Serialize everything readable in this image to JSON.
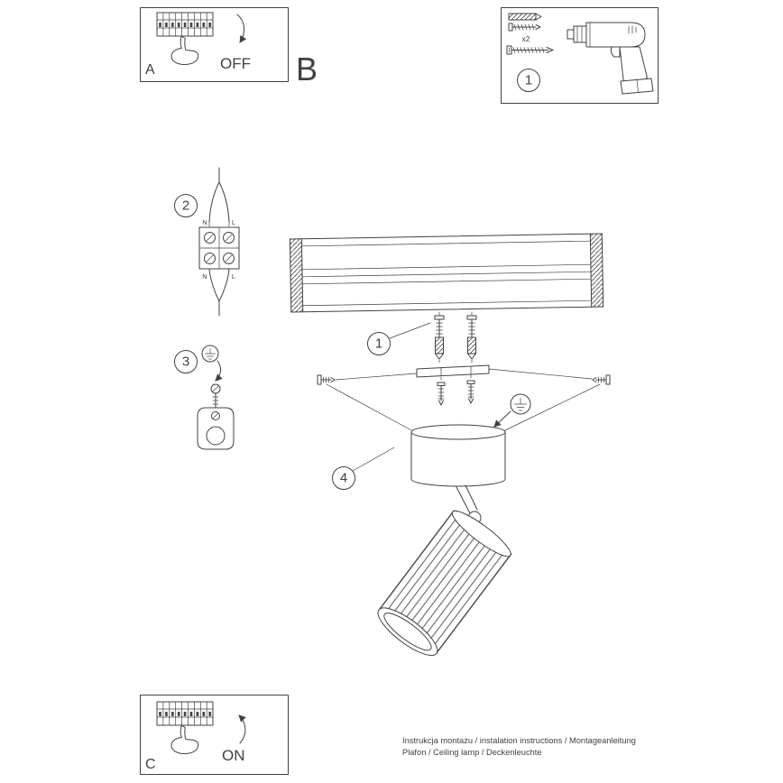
{
  "page": {
    "background": "#ffffff",
    "line_color": "#414141"
  },
  "power_off_panel": {
    "label": "A",
    "state": "OFF"
  },
  "section_label": "B",
  "tools_panel": {
    "step_number": "1",
    "screw_quantity": "x2"
  },
  "step_wiring": {
    "number": "2",
    "terminals": {
      "top_left": "N",
      "top_right": "L",
      "bottom_left": "N",
      "bottom_right": "L"
    }
  },
  "step_ground": {
    "number": "3"
  },
  "step_anchors": {
    "number": "1"
  },
  "step_canopy": {
    "number": "4"
  },
  "power_on_panel": {
    "label": "C",
    "state": "ON"
  },
  "footer": {
    "line1": "Instrukcja montażu / instalation instructions / Montageanleitung",
    "line2": "Plafon / Ceiling lamp / Deckenleuchte"
  }
}
